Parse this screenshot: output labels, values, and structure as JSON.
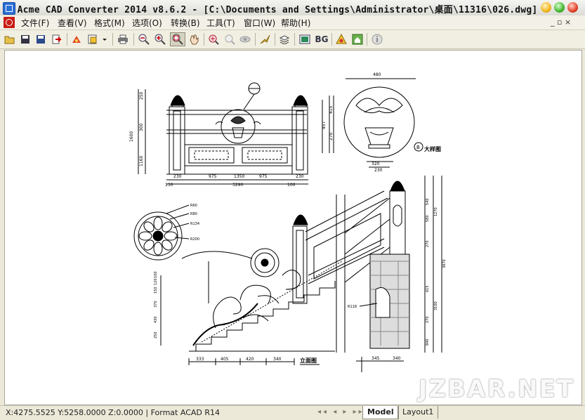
{
  "window": {
    "title": "Acme CAD Converter 2014 v8.6.2 - [C:\\Documents and Settings\\Administrator\\桌面\\11316\\026.dwg]"
  },
  "menu": {
    "items": [
      {
        "label": "文件(F)"
      },
      {
        "label": "查看(V)"
      },
      {
        "label": "格式(M)"
      },
      {
        "label": "选项(O)"
      },
      {
        "label": "转换(B)"
      },
      {
        "label": "工具(T)"
      },
      {
        "label": "窗口(W)"
      },
      {
        "label": "帮助(H)"
      }
    ],
    "doc_controls": "_ ▫ ×"
  },
  "toolbar": {
    "bg_label": "BG",
    "icons": [
      "open-icon",
      "save-icon",
      "save-as-icon",
      "convert-icon",
      "batch-icon",
      "print-icon",
      "zoom-out-icon",
      "zoom-in-icon",
      "zoom-window-icon",
      "pan-icon",
      "zoom-extents-icon",
      "zoom-realtime-icon",
      "eye-icon",
      "layer-icon",
      "bg-icon",
      "about-icon",
      "home-icon",
      "info-icon"
    ]
  },
  "drawing": {
    "elevation_dims_top": [
      "230",
      "975",
      "1350",
      "975",
      "230"
    ],
    "elevation_dims_bottom": [
      "130",
      "3290",
      "100"
    ],
    "elevation_dims_left": [
      "1600",
      "250",
      "300",
      "1160"
    ],
    "height_dims_mid": [
      "457",
      "415",
      "270"
    ],
    "detail_top_dim": "480",
    "detail_bottom_dims": [
      "320",
      "230"
    ],
    "detail_label": "大样图",
    "detail_marker": "B",
    "section_dims_bottom": [
      "333",
      "405",
      "420",
      "340"
    ],
    "section_label": "立面图",
    "right_dims_bottom": [
      "345",
      "340"
    ],
    "right_dims_vertical": [
      "540",
      "580",
      "270",
      "615",
      "270",
      "840"
    ],
    "right_total_dims": [
      "1270",
      "3870",
      "3100"
    ],
    "radius_labels": [
      "R60",
      "R80",
      "R134",
      "R200"
    ],
    "radius_label_2": "R118",
    "left_height_dims": [
      "250",
      "430",
      "370",
      "150",
      "120",
      "100"
    ]
  },
  "watermark": "JZBAR.NET",
  "status": {
    "coords": "X:4275.5525 Y:5258.0000 Z:0.0000 | Format ACAD R14",
    "nav": "◂◂ ◂ ▸ ▸▸",
    "tabs": [
      {
        "label": "Model",
        "active": true
      },
      {
        "label": "Layout1",
        "active": false
      }
    ]
  }
}
